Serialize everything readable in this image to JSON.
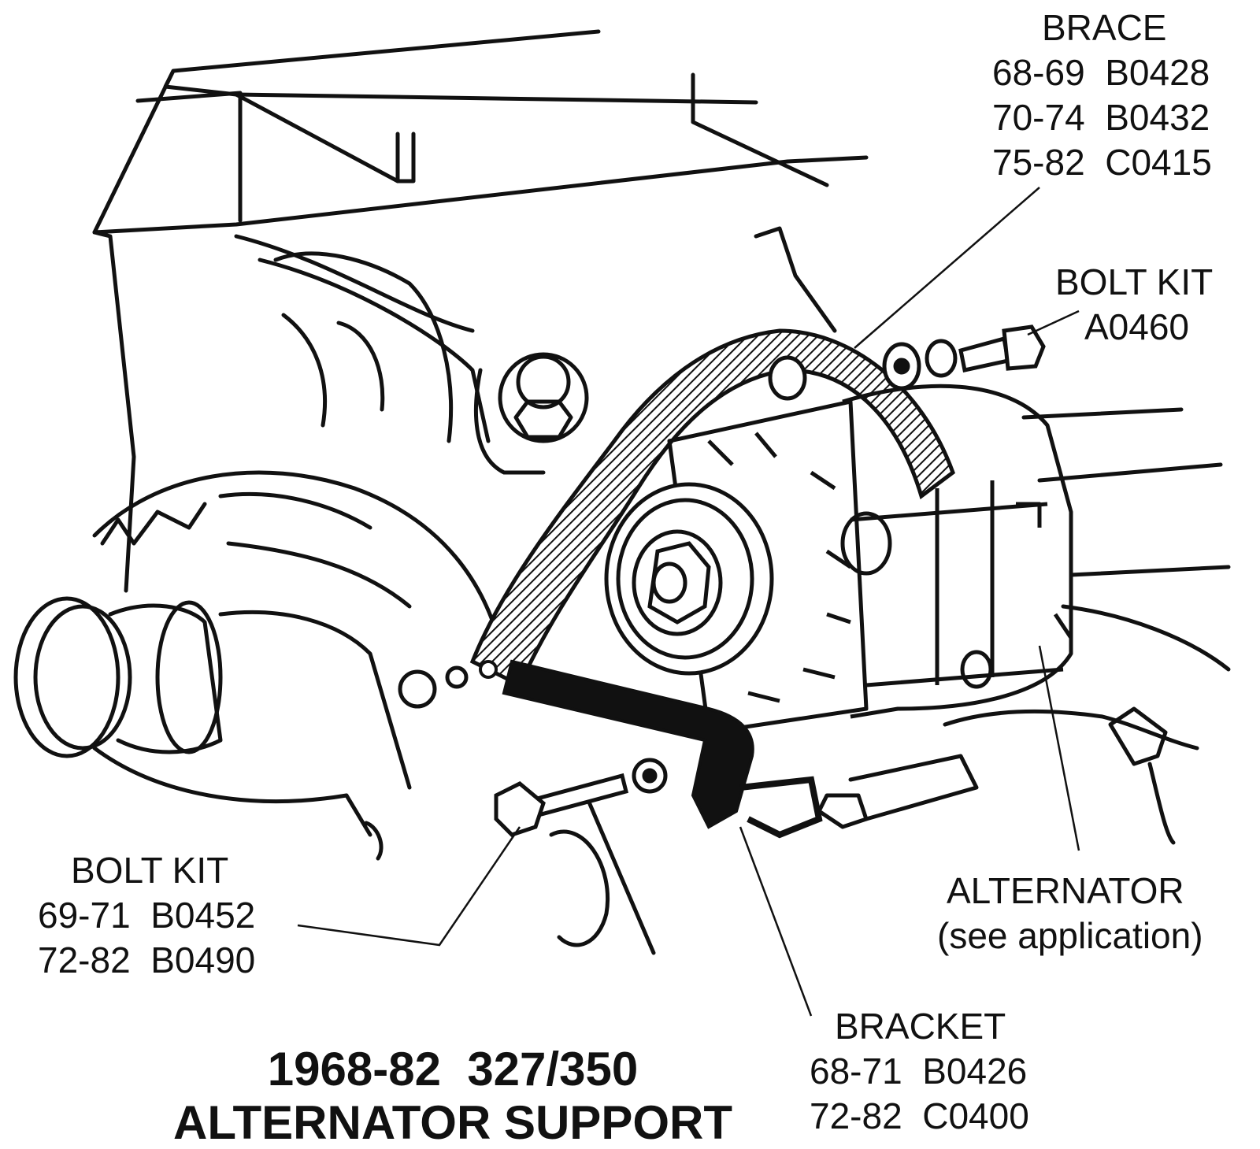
{
  "callouts": {
    "brace": {
      "title": "BRACE",
      "rows": [
        {
          "years": "68-69",
          "part": "B0428"
        },
        {
          "years": "70-74",
          "part": "B0432"
        },
        {
          "years": "75-82",
          "part": "C0415"
        }
      ]
    },
    "bolt_kit_top": {
      "title": "BOLT KIT",
      "part": "A0460"
    },
    "bolt_kit_left": {
      "title": "BOLT KIT",
      "rows": [
        {
          "years": "69-71",
          "part": "B0452"
        },
        {
          "years": "72-82",
          "part": "B0490"
        }
      ]
    },
    "alternator": {
      "title": "ALTERNATOR",
      "note": "(see application)"
    },
    "bracket": {
      "title": "BRACKET",
      "rows": [
        {
          "years": "68-71",
          "part": "B0426"
        },
        {
          "years": "72-82",
          "part": "C0400"
        }
      ]
    }
  },
  "caption": {
    "line1": "1968-82  327/350",
    "line2": "ALTERNATOR SUPPORT"
  }
}
